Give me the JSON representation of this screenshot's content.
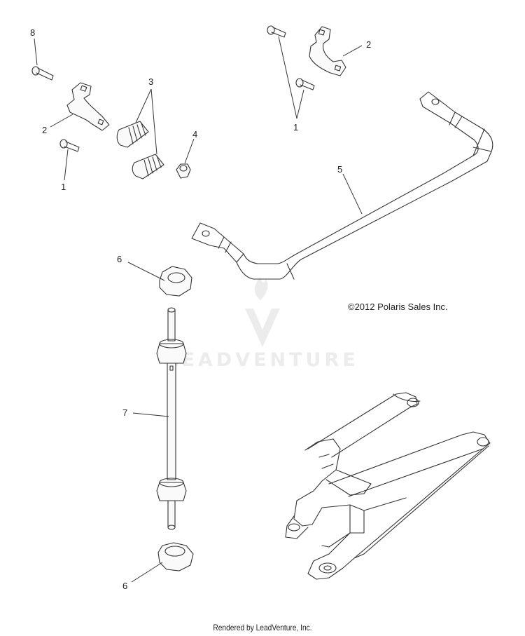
{
  "callouts": {
    "c8": "8",
    "c2a": "2",
    "c1a": "1",
    "c3": "3",
    "c4": "4",
    "c1b": "1",
    "c2b": "2",
    "c5": "5",
    "c6a": "6",
    "c7": "7",
    "c6b": "6"
  },
  "copyright": "©2012 Polaris Sales Inc.",
  "watermark": "LEADVENTURE",
  "footer": "Rendered by LeadVenture, Inc."
}
